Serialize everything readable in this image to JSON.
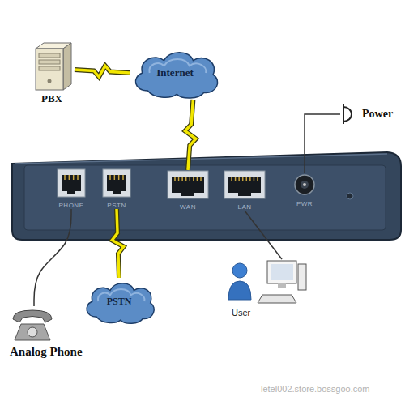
{
  "diagram": {
    "nodes": [
      {
        "text": [
          "PBX"
        ]
      },
      {
        "text": [
          "Internet"
        ]
      },
      {
        "text": [
          "Power"
        ]
      },
      {
        "text": [
          "PHONE"
        ]
      },
      {
        "text": [
          "PSTN"
        ]
      },
      {
        "text": [
          "WAN"
        ]
      },
      {
        "text": [
          "LAN"
        ]
      },
      {
        "text": [
          "PWR"
        ]
      },
      {
        "text": [
          "PSTN"
        ]
      },
      {
        "text": [
          "Analog Phone"
        ]
      },
      {
        "text": [
          "User"
        ]
      }
    ],
    "edges": [
      {
        "from": 0,
        "to": 1,
        "arrow": "none"
      },
      {
        "from": 1,
        "to": 5,
        "arrow": "none"
      },
      {
        "from": 2,
        "to": 7,
        "arrow": "none"
      },
      {
        "from": 3,
        "to": 9,
        "arrow": "none"
      },
      {
        "from": 4,
        "to": 8,
        "arrow": "none"
      },
      {
        "from": 6,
        "to": 10,
        "arrow": "none"
      }
    ],
    "labels": [
      "letel002.store.bossgoo.com"
    ]
  }
}
